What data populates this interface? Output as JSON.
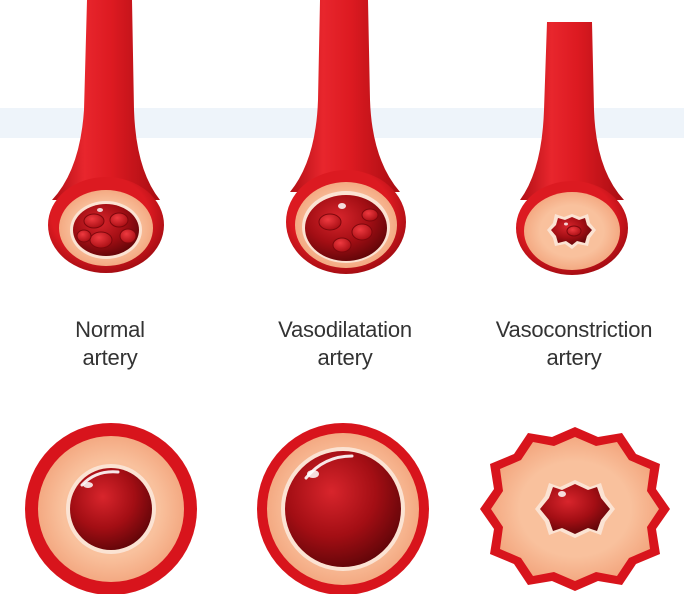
{
  "labels": {
    "normal": {
      "line1": "Normal",
      "line2": "artery"
    },
    "vasodilatation": {
      "line1": "Vasodilatation",
      "line2": "artery"
    },
    "vasoconstriction": {
      "line1": "Vasoconstriction",
      "line2": "artery"
    }
  },
  "colors": {
    "vessel_wall": "#d8141c",
    "vessel_dark": "#a80d12",
    "vessel_light": "#f0474c",
    "tissue_layer": "#f7b48c",
    "tissue_dark": "#e8946a",
    "lumen": "#a30e14",
    "lumen_dark": "#5e0508",
    "blood_cell": "#c8121a",
    "highlight": "#ffffff",
    "background_band": "#eef4fa"
  }
}
